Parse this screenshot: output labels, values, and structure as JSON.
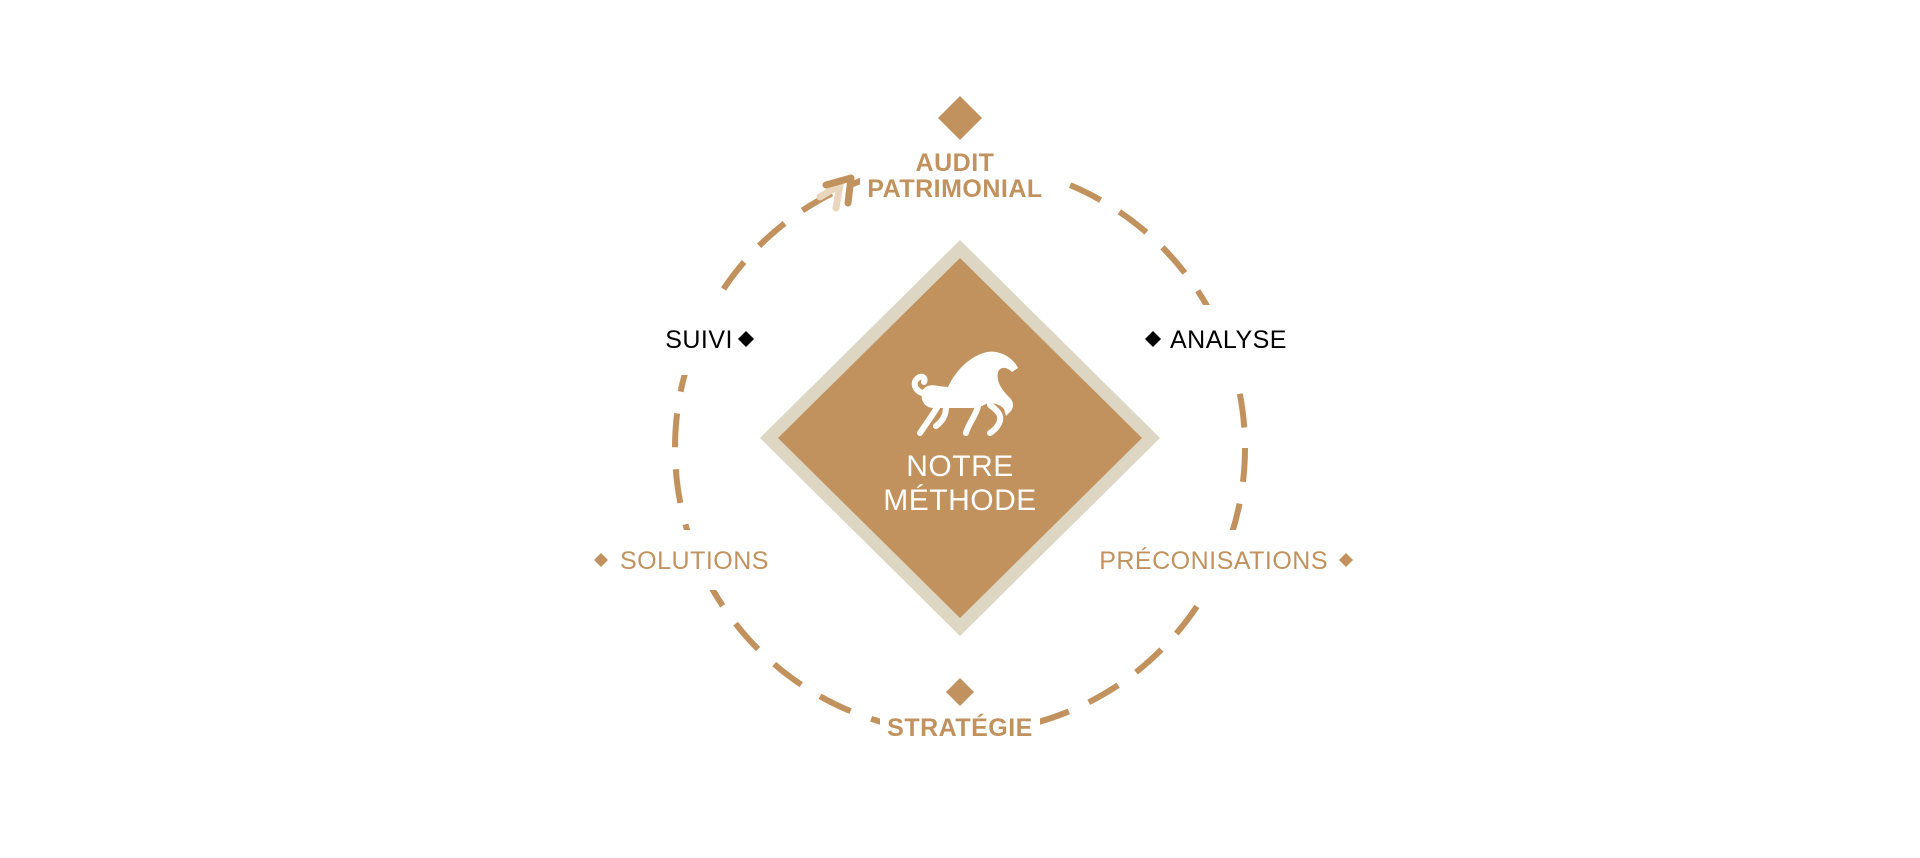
{
  "colors": {
    "gold": "#c2925e",
    "frame": "#dcd6c3",
    "ink": "#000000",
    "white": "#ffffff",
    "arrow_light": "#e9d6bd"
  },
  "center": {
    "line1": "NOTRE",
    "line2": "MÉTHODE",
    "logo_icon": "horse-icon"
  },
  "steps": {
    "audit_line1": "AUDIT",
    "audit_line2": "PATRIMONIAL",
    "analyse": "ANALYSE",
    "preconisations": "PRÉCONISATIONS",
    "strategie": "STRATÉGIE",
    "solutions": "SOLUTIONS",
    "suivi": "SUIVI"
  }
}
